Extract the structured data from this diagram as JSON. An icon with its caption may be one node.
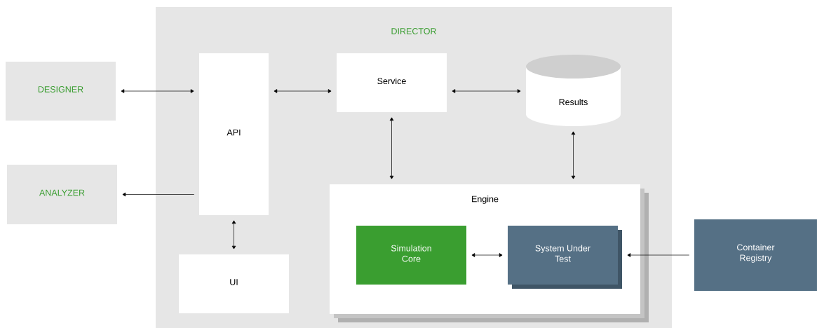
{
  "diagram": {
    "nodes": [
      {
        "text": [
          "DIRECTOR"
        ]
      },
      {
        "text": [
          "API"
        ],
        "in": 0
      },
      {
        "text": [
          "UI"
        ],
        "in": 0
      },
      {
        "text": [
          "Service"
        ],
        "in": 0
      },
      {
        "text": [
          "Results"
        ],
        "in": 0
      },
      {
        "text": [
          "Engine"
        ],
        "in": 0
      },
      {
        "text": [
          "Simulation Core"
        ],
        "in": 5
      },
      {
        "text": [
          "System Under Test"
        ],
        "in": 5
      },
      {
        "text": [
          "DESIGNER"
        ]
      },
      {
        "text": [
          "ANALYZER"
        ]
      },
      {
        "text": [
          "Container Registry"
        ]
      }
    ],
    "edges": [
      {
        "from": 8,
        "to": 1,
        "arrow": "both"
      },
      {
        "from": 1,
        "to": 9,
        "arrow": "to"
      },
      {
        "from": 1,
        "to": 3,
        "arrow": "both"
      },
      {
        "from": 3,
        "to": 4,
        "arrow": "both"
      },
      {
        "from": 3,
        "to": 5,
        "arrow": "both"
      },
      {
        "from": 4,
        "to": 5,
        "arrow": "both"
      },
      {
        "from": 1,
        "to": 2,
        "arrow": "both"
      },
      {
        "from": 6,
        "to": 7,
        "arrow": "both"
      },
      {
        "from": 10,
        "to": 7,
        "arrow": "to"
      }
    ]
  }
}
